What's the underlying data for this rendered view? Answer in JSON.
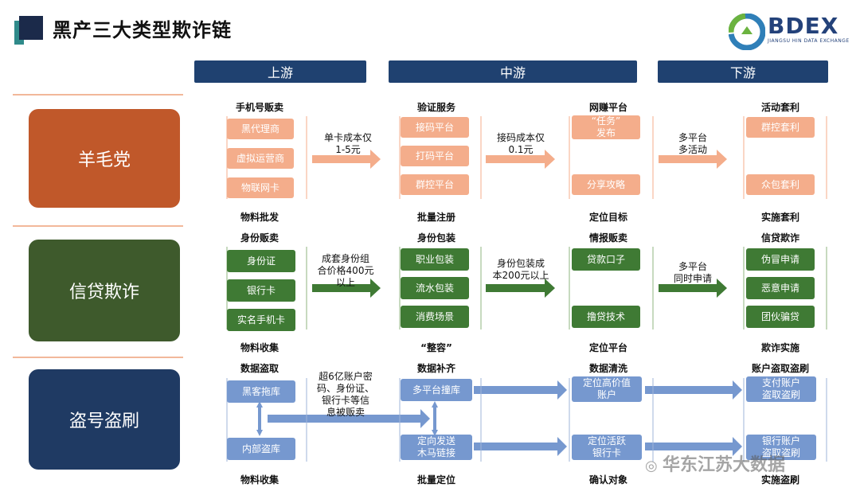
{
  "title": "黑产三大类型欺诈链",
  "brand": {
    "name": "BDEX",
    "tagline": "JIANGSU HIN DATA EXCHANGE"
  },
  "stages": [
    "上游",
    "中游",
    "下游"
  ],
  "rows": [
    {
      "name": "羊毛党",
      "top_headers": [
        "手机号贩卖",
        "验证服务",
        "网赚平台",
        "活动套利"
      ],
      "bottom_headers": [
        "物料批发",
        "批量注册",
        "定位目标",
        "实施套利"
      ],
      "col1": [
        "黑代理商",
        "虚拟运营商",
        "物联网卡"
      ],
      "col2": [
        "接码平台",
        "打码平台",
        "群控平台"
      ],
      "col3": [
        "“任务”\n发布",
        "分享攻略"
      ],
      "col4": [
        "群控套利",
        "众包套利"
      ],
      "arrow_notes": [
        "单卡成本仅\n1-5元",
        "接码成本仅\n0.1元",
        "多平台\n多活动"
      ]
    },
    {
      "name": "信贷欺诈",
      "top_headers": [
        "身份贩卖",
        "身份包装",
        "情报贩卖",
        "信贷欺诈"
      ],
      "bottom_headers": [
        "物料收集",
        "“整容”",
        "定位平台",
        "欺诈实施"
      ],
      "col1": [
        "身份证",
        "银行卡",
        "实名手机卡"
      ],
      "col2": [
        "职业包装",
        "流水包装",
        "消费场景"
      ],
      "col3": [
        "贷款口子",
        "撸贷技术"
      ],
      "col4": [
        "伪冒申请",
        "恶意申请",
        "团伙骗贷"
      ],
      "arrow_notes": [
        "成套身份组\n合价格400元\n以上",
        "身份包装成\n本200元以上",
        "多平台\n同时申请"
      ]
    },
    {
      "name": "盗号盗刷",
      "top_headers": [
        "数据盗取",
        "数据补齐",
        "数据清洗",
        "账户盗取盗刷"
      ],
      "bottom_headers": [
        "物料收集",
        "批量定位",
        "确认对象",
        "实施盗刷"
      ],
      "col1": [
        "黑客拖库",
        "内部盗库"
      ],
      "col2": [
        "多平台撞库",
        "定向发送\n木马链接"
      ],
      "col3": [
        "定位高价值\n账户",
        "定位活跃\n银行卡"
      ],
      "col4": [
        "支付账户\n盗取盗刷",
        "银行账户\n盗取盗刷"
      ],
      "arrow_notes": [
        "超6亿账户密\n码、身份证、\n银行卡等信\n息被贩卖"
      ]
    }
  ],
  "watermark": "华东江苏大数据",
  "colors": {
    "orange": "#c0582a",
    "green": "#3e5a2c",
    "navy": "#1f3a63",
    "stage": "#1f4170"
  }
}
